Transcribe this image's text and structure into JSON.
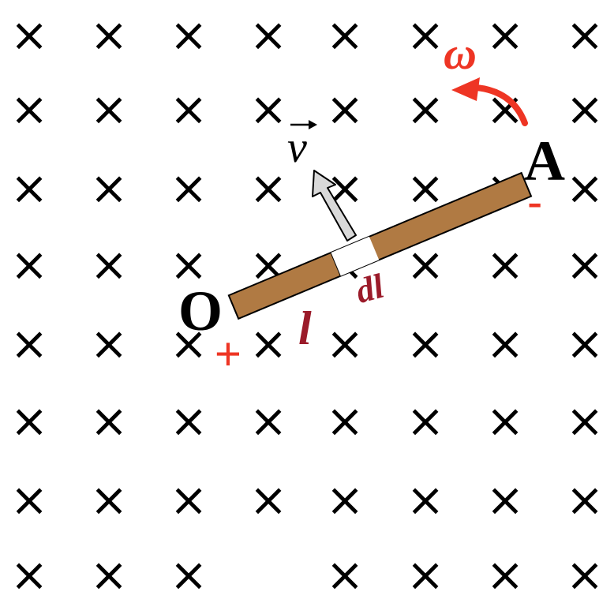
{
  "field_symbol": "×",
  "field_rows": [
    [
      true,
      true,
      true,
      true,
      true,
      true,
      true,
      true
    ],
    [
      true,
      true,
      true,
      true,
      true,
      true,
      true,
      true
    ],
    [
      true,
      true,
      true,
      true,
      true,
      true,
      true,
      true
    ],
    [
      true,
      true,
      true,
      true,
      true,
      true,
      true,
      true
    ],
    [
      true,
      true,
      true,
      true,
      true,
      true,
      true,
      true
    ],
    [
      true,
      true,
      true,
      true,
      true,
      true,
      true,
      true
    ],
    [
      true,
      true,
      true,
      true,
      true,
      true,
      true,
      true
    ],
    [
      true,
      true,
      true,
      false,
      true,
      true,
      true,
      true
    ]
  ],
  "labels": {
    "pivot": "O",
    "end": "A",
    "angular_velocity": "ω",
    "velocity": "v",
    "rod_length": "l",
    "element": "dl",
    "pivot_sign": "+",
    "end_sign": "-"
  },
  "colors": {
    "rod": "#b07a43",
    "element": "#ffffff",
    "accent_red": "#ee3524",
    "dark_red": "#9b1b2a",
    "velocity_arrow": "#d9d9d9",
    "ink": "#000000"
  }
}
